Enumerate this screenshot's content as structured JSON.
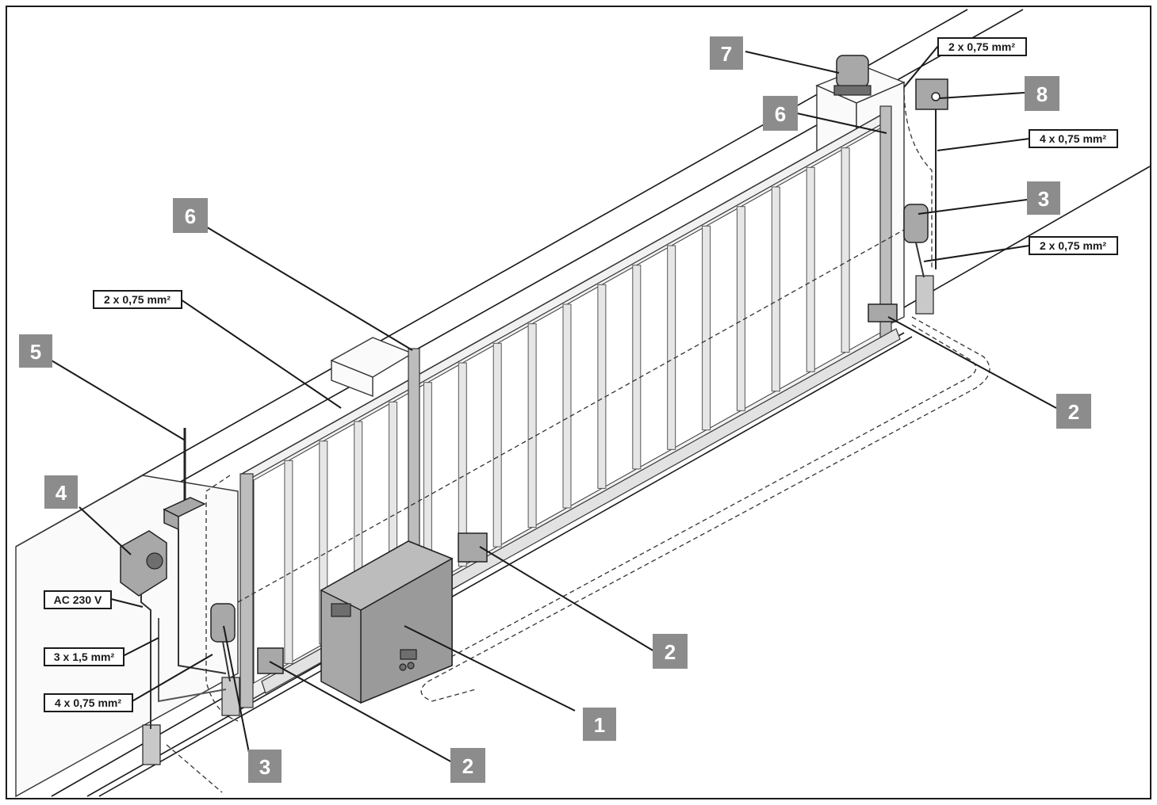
{
  "callouts": [
    "1",
    "2",
    "2",
    "2",
    "3",
    "3",
    "4",
    "5",
    "6",
    "6",
    "7",
    "8"
  ],
  "cables": [
    "2 x 0,75 mm²",
    "4 x 0,75 mm²",
    "2 x 0,75 mm²",
    "2 x 0,75 mm²",
    "AC 230 V",
    "3 x 1,5 mm²",
    "4 x 0,75 mm²"
  ],
  "colors": {
    "callout_fill": "#8c8c8c",
    "callout_text": "#ffffff",
    "line": "#1a1a1a",
    "device_fill": "#a8a8a8"
  }
}
